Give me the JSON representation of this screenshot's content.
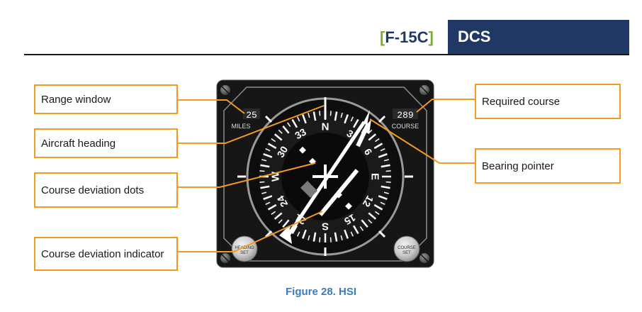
{
  "header": {
    "bracket_open": "[",
    "model": "F-15C",
    "bracket_close": "]",
    "brand": "DCS"
  },
  "callouts": {
    "range_window": "Range window",
    "aircraft_heading": "Aircraft heading",
    "course_deviation_dots": "Course deviation dots",
    "course_deviation_indicator": "Course deviation indicator",
    "required_course": "Required course",
    "bearing_pointer": "Bearing pointer"
  },
  "instrument": {
    "range_value": "25",
    "range_label": "MILES",
    "course_value": "289",
    "course_label": "COURSE",
    "heading_set_label_1": "HEADING",
    "heading_set_label_2": "SET",
    "course_set_label_1": "COURSE",
    "course_set_label_2": "SET",
    "compass_labels": [
      "N",
      "3",
      "6",
      "E",
      "12",
      "15",
      "S",
      "21",
      "24",
      "W",
      "30",
      "33"
    ]
  },
  "caption": "Figure 28. HSI",
  "colors": {
    "navy": "#1f3864",
    "bracket_green": "#7cab3a",
    "callout_orange": "#f39b1f",
    "caption_blue": "#3b7bbd"
  }
}
